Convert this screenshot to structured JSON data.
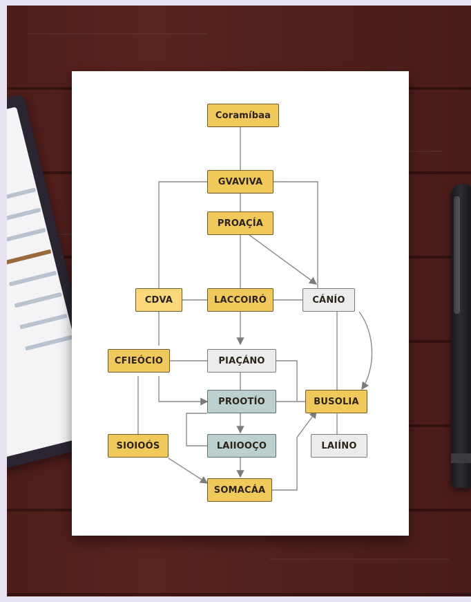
{
  "diagram": {
    "nodes": [
      {
        "id": "n1",
        "label": "Coramíbaa"
      },
      {
        "id": "n2",
        "label": "GVAVIVA"
      },
      {
        "id": "n3",
        "label": "PROAÇÍA"
      },
      {
        "id": "n4",
        "label": "CDVA"
      },
      {
        "id": "n5",
        "label": "LACCOIRÓ"
      },
      {
        "id": "n6",
        "label": "CÁNÍO"
      },
      {
        "id": "n7",
        "label": "CFIEÓCIO"
      },
      {
        "id": "n8",
        "label": "PIAÇÁNO"
      },
      {
        "id": "n9",
        "label": "PROOTÍO"
      },
      {
        "id": "n10",
        "label": "BUSOLIA"
      },
      {
        "id": "n11",
        "label": "SIOIOÓS"
      },
      {
        "id": "n12",
        "label": "LAIIOOÇO"
      },
      {
        "id": "n13",
        "label": "LAIÍNO"
      },
      {
        "id": "n14",
        "label": "SOMACÁA"
      }
    ],
    "colors": {
      "yellow": "#f1c85a",
      "gray": "#ececec",
      "teal": "#bcd0cf",
      "line": "#8a8a8a",
      "table": "#4d1d1a"
    }
  }
}
